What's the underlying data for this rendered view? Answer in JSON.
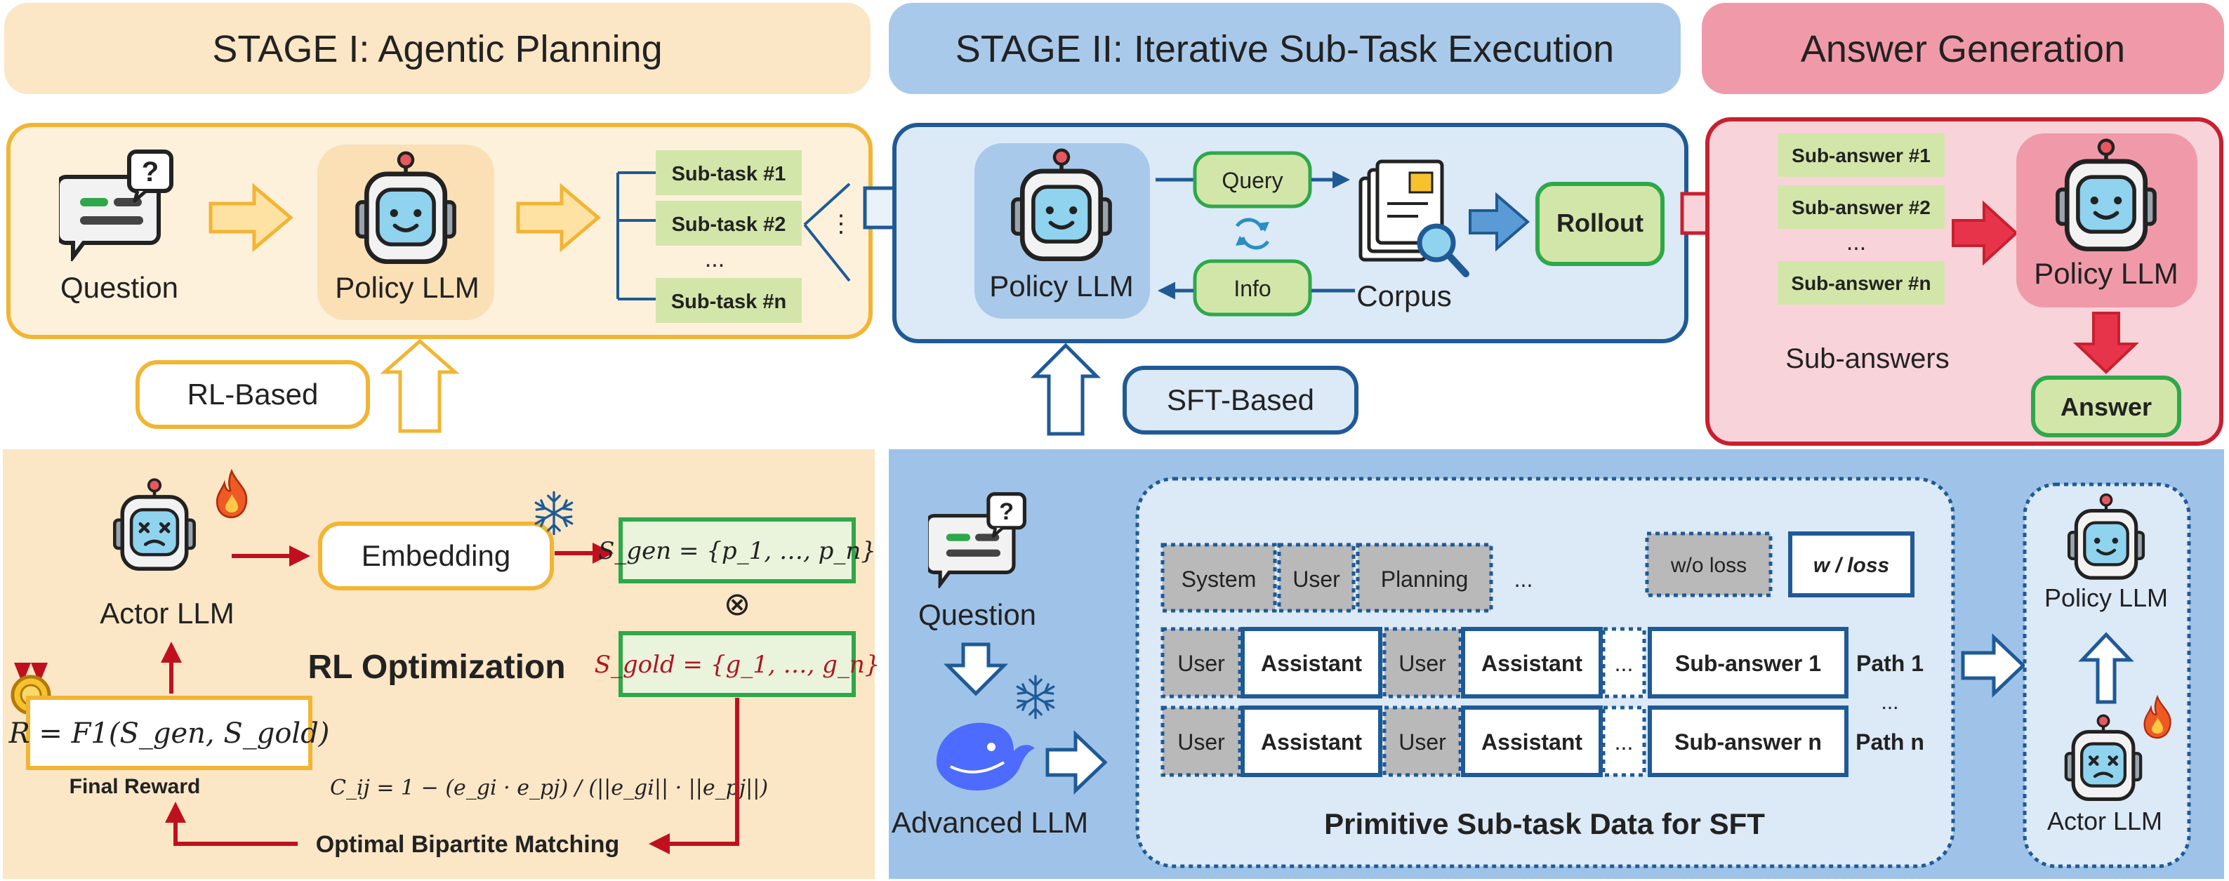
{
  "stage1": {
    "header": "STAGE I: Agentic Planning",
    "question_label": "Question",
    "policy_label": "Policy LLM",
    "subtasks": [
      "Sub-task #1",
      "Sub-task #2",
      "...",
      "Sub-task #n"
    ],
    "rl_based_label": "RL-Based"
  },
  "stage2": {
    "header": "STAGE II: Iterative Sub-Task Execution",
    "policy_label": "Policy LLM",
    "query_label": "Query",
    "info_label": "Info",
    "corpus_label": "Corpus",
    "rollout_label": "Rollout",
    "sft_based_label": "SFT-Based"
  },
  "answer_gen": {
    "header": "Answer Generation",
    "subanswers": [
      "Sub-answer #1",
      "Sub-answer #2",
      "...",
      "Sub-answer #n"
    ],
    "subanswers_caption": "Sub-answers",
    "policy_label": "Policy LLM",
    "answer_label": "Answer"
  },
  "rl_panel": {
    "actor_label": "Actor LLM",
    "embedding_label": "Embedding",
    "s_gen": "S_gen = {p_1, …, p_n}",
    "otimes": "⊗",
    "s_gold": "S_gold = {g_1, …, g_n}",
    "title": "RL Optimization",
    "reward_formula": "R = F1(S_gen, S_gold)",
    "final_reward": "Final Reward",
    "cost_formula": "C_ij = 1 − (e_gi · e_pj) / (||e_gi|| · ||e_pj||)",
    "matching_label": "Optimal Bipartite Matching"
  },
  "sft_panel": {
    "question_label": "Question",
    "advanced_label": "Advanced LLM",
    "row1": [
      "System",
      "User",
      "Planning",
      "..."
    ],
    "legend_wo": "w/o loss",
    "legend_w": "w / loss",
    "row2": [
      "User",
      "Assistant",
      "User",
      "Assistant",
      "...",
      "Sub-answer 1"
    ],
    "row3": [
      "User",
      "Assistant",
      "User",
      "Assistant",
      "...",
      "Sub-answer n"
    ],
    "path1": "Path 1",
    "path_dots": "...",
    "pathn": "Path n",
    "data_title": "Primitive  Sub-task Data for SFT",
    "policy_label": "Policy LLM",
    "actor_label": "Actor LLM"
  },
  "colors": {
    "orange_border": "#f2b533",
    "orange_fill": "#fdf1dc",
    "header_orange": "#fbe6c6",
    "blue_border": "#1f5a96",
    "blue_fill": "#dce9f7",
    "header_blue": "#a9c9ea",
    "panel_blue": "#9fc3e8",
    "pink_border": "#c8202f",
    "pink_fill": "#f8d3da",
    "header_pink": "#f09aa9",
    "green_fill": "#d3e6a9",
    "green_border": "#2ea84a",
    "red_arrow": "#c0101e",
    "gray_cell": "#b9b9b9"
  }
}
